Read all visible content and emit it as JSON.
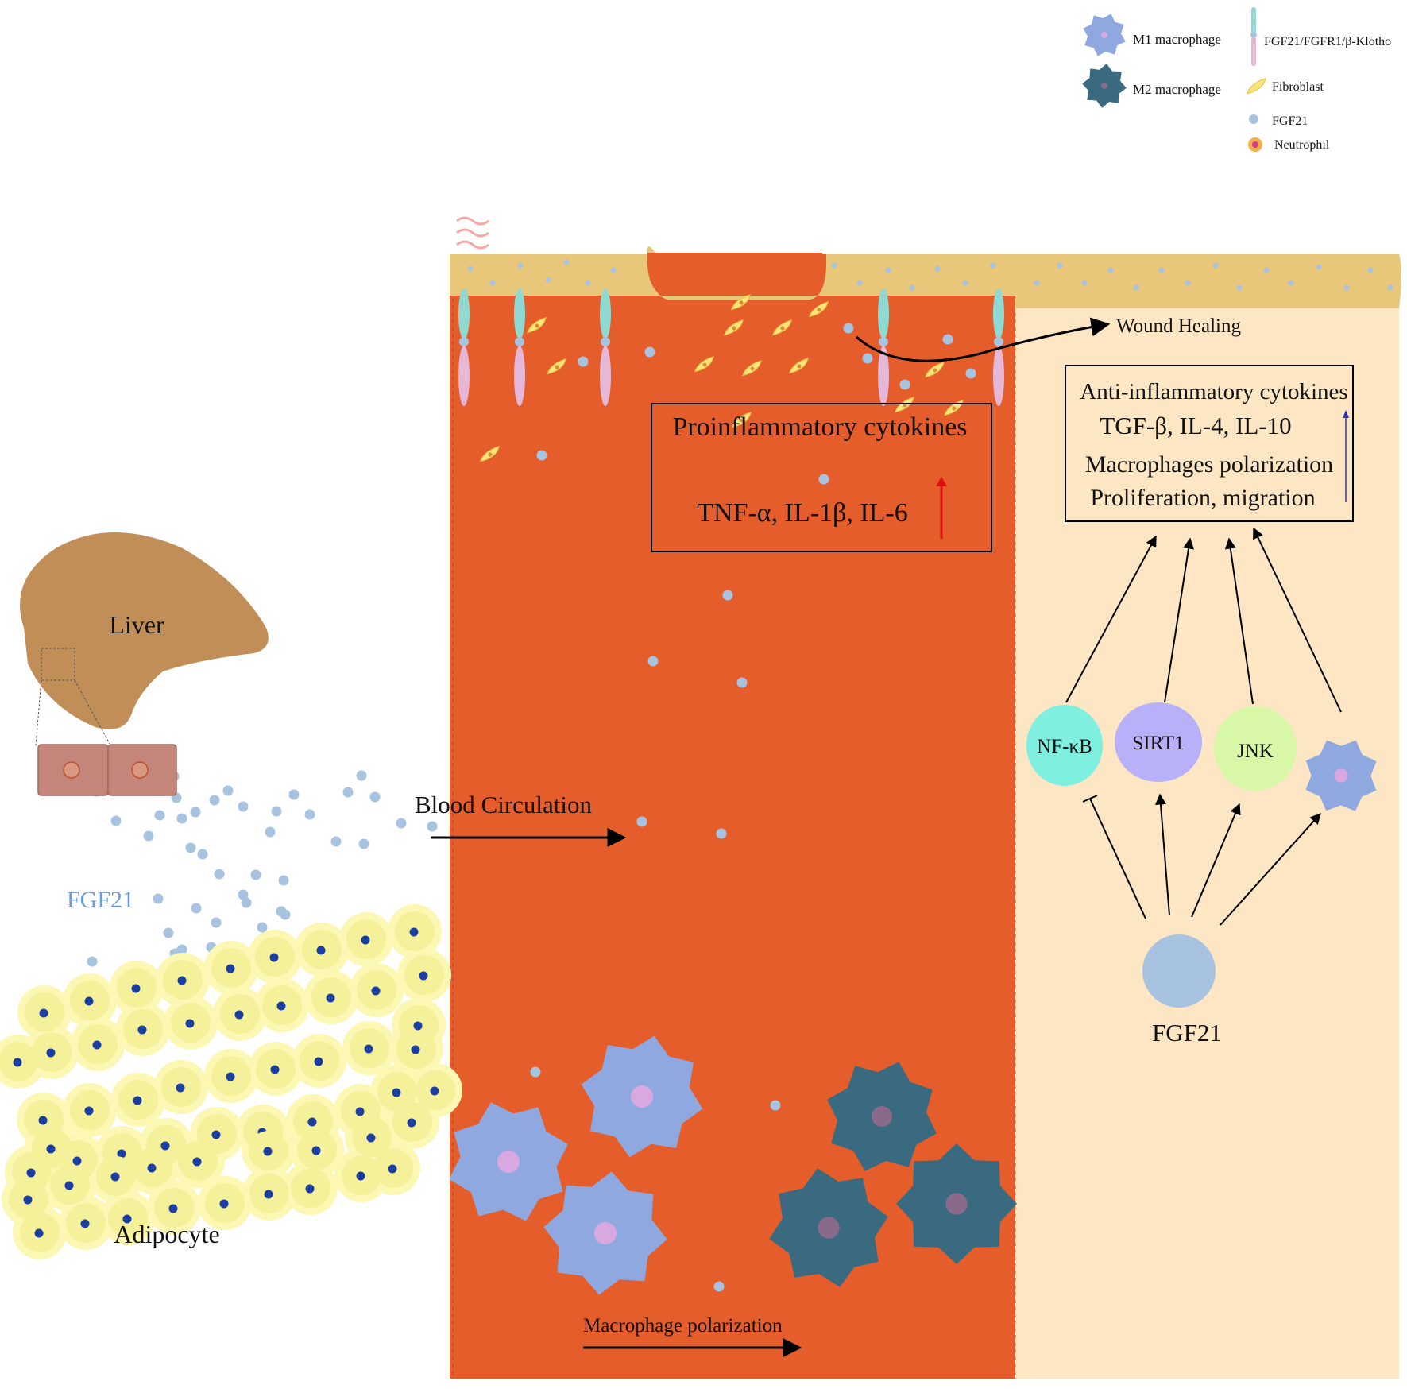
{
  "legend": {
    "m1_macrophage": "M1 macrophage",
    "m2_macrophage": "M2 macrophage",
    "receptor": "FGF21/FGFR1/β-Klotho",
    "fibroblast": "Fibroblast",
    "fgf21": "FGF21",
    "neutrophil": "Neutrophil"
  },
  "left": {
    "liver": "Liver",
    "fgf21": "FGF21",
    "adipocyte": "Adipocyte",
    "blood_circulation": "Blood  Circulation"
  },
  "center": {
    "proinflammatory_title": "Proinflammatory cytokines",
    "proinflammatory_list": "TNF-α, IL-1β, IL-6",
    "macrophage_polarization": "Macrophage polarization"
  },
  "right": {
    "wound_healing": "Wound Healing",
    "effects": [
      "Anti-inflammatory cytokines",
      "TGF-β, IL-4, IL-10",
      "Macrophages polarization",
      "Proliferation, migration"
    ],
    "nfkb": "NF-κB",
    "sirt1": "SIRT1",
    "jnk": "JNK",
    "fgf21": "FGF21"
  },
  "colors": {
    "blood": "#e55d2b",
    "skin_layer": "#e8c67a",
    "tissue": "#fde6c4",
    "wave": "#f4a7a3",
    "fgf21_dot": "#a8c3e0",
    "m1": "#8fa8e0",
    "m2": "#3a6a80",
    "liver": "#c28e58",
    "hepatocyte": "#c4867a",
    "adipocyte_outer": "#fdf7b4",
    "adipocyte_inner": "#f5f09a",
    "adipocyte_nucleus": "#1a3fa0",
    "fibroblast": "#f7e47a",
    "nfkb_node": "#7ff0e0",
    "sirt1_node": "#b8b0f8",
    "jnk_node": "#d8f8a8",
    "fgf21_label_blue": "#6a9ad8"
  }
}
